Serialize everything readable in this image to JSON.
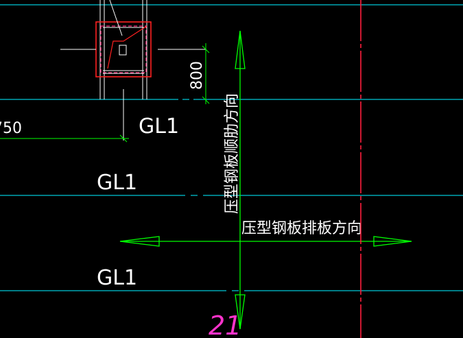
{
  "colors": {
    "background": "#000000",
    "beam_line": "#00c8d8",
    "beam_line_dashed": "#00a0b0",
    "axis": "#ff1e3c",
    "arrow": "#00ff00",
    "dimension": "#00ff00",
    "text": "#ffffff",
    "column_outline": "#ff2020",
    "column_fill_line": "#ff3080",
    "grid_label": "#ff33cc"
  },
  "labels": {
    "beam_top": "GL1",
    "beam_mid": "GL1",
    "beam_bottom": "GL1",
    "dim_vertical": "800",
    "dim_horizontal": "750",
    "rib_direction": "压型钢板顺肋方向",
    "layout_direction": "压型钢板排板方向",
    "grid_axis": "21"
  }
}
